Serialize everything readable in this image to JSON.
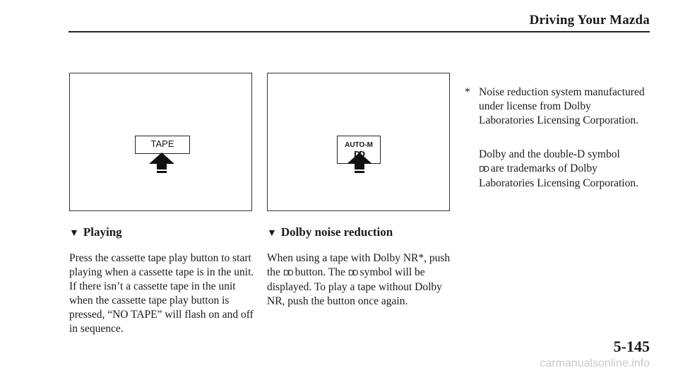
{
  "header": {
    "title": "Driving Your Mazda"
  },
  "figures": {
    "tape_button_label": "TAPE",
    "auto_button_label": "AUTO-M",
    "dolby_symbol": "DD"
  },
  "left": {
    "heading_marker": "▼",
    "heading": "Playing",
    "body": "Press the cassette tape play  button to start playing when a cassette tape is in the unit. If there isn’t a cassette tape in the unit when the cassette tape play button is pressed, “NO TAPE” will flash on and off in sequence."
  },
  "middle": {
    "heading_marker": "▼",
    "heading": "Dolby noise reduction",
    "body_part1": "When using a tape with Dolby NR*, push the",
    "body_part2": "button. The",
    "body_part3": "symbol will be displayed. To play a tape without Dolby NR, push the button once again."
  },
  "right": {
    "asterisk": "*",
    "note1": "Noise reduction system manufactured under license from Dolby Laboratories Licensing Corporation.",
    "note2_part1": "Dolby and the double-D symbol",
    "note2_part2": "are trademarks of Dolby Laboratories Licensing Corporation."
  },
  "footer": {
    "page_number": "5-145",
    "watermark": "carmanualsonline.info"
  }
}
